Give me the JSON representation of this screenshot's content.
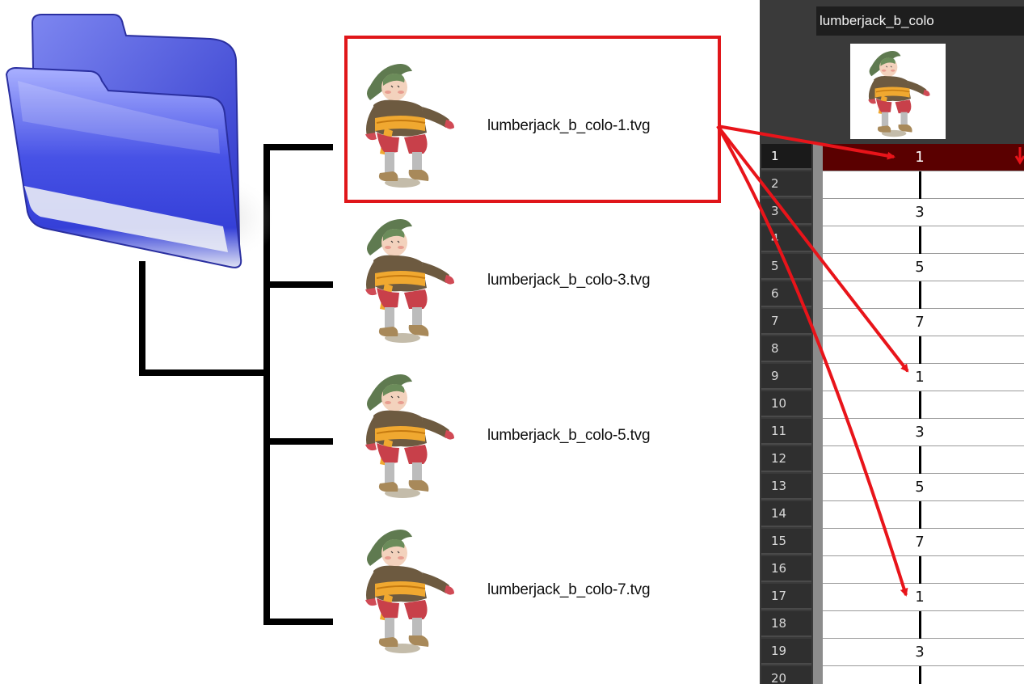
{
  "files": [
    {
      "name": "lumberjack_b_colo-1.tvg",
      "highlighted": true
    },
    {
      "name": "lumberjack_b_colo-3.tvg",
      "highlighted": false
    },
    {
      "name": "lumberjack_b_colo-5.tvg",
      "highlighted": false
    },
    {
      "name": "lumberjack_b_colo-7.tvg",
      "highlighted": false
    }
  ],
  "xsheet": {
    "column_name": "lumberjack_b_colo",
    "frames": [
      "1",
      "2",
      "3",
      "4",
      "5",
      "6",
      "7",
      "8",
      "9",
      "10",
      "11",
      "12",
      "13",
      "14",
      "15",
      "16",
      "17",
      "18",
      "19",
      "20"
    ],
    "cells": [
      "1",
      "",
      "3",
      "",
      "5",
      "",
      "7",
      "",
      "1",
      "",
      "3",
      "",
      "5",
      "",
      "7",
      "",
      "1",
      "",
      "3",
      ""
    ],
    "active_frame": "1"
  },
  "colors": {
    "folder": "#3d48d9",
    "highlight": "#e0161a",
    "arrow": "#e8141a",
    "active_cell": "#5a0000",
    "xsheet_bg": "#3a3a3a"
  },
  "icons": [
    "folder-icon",
    "character-thumbnail",
    "red-arrow"
  ]
}
